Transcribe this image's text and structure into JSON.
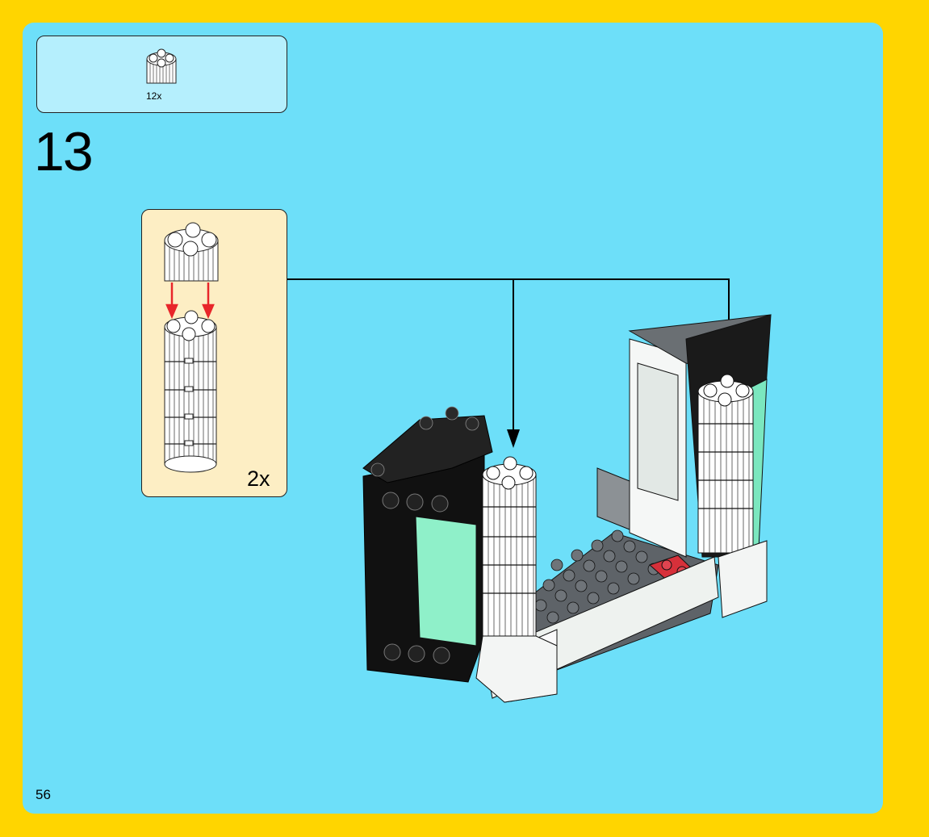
{
  "parts_list": {
    "items": [
      {
        "part": "round-brick-2x2-white",
        "quantity": "12x"
      }
    ]
  },
  "step": {
    "number": "13"
  },
  "subassembly": {
    "multiplier": "2x"
  },
  "page": {
    "number": "56"
  },
  "colors": {
    "background_frame": "#ffd500",
    "page": "#6ddff9",
    "parts_box": "#b5effd",
    "subassembly_box": "#fdeec4",
    "arrow_red": "#e8262a"
  }
}
